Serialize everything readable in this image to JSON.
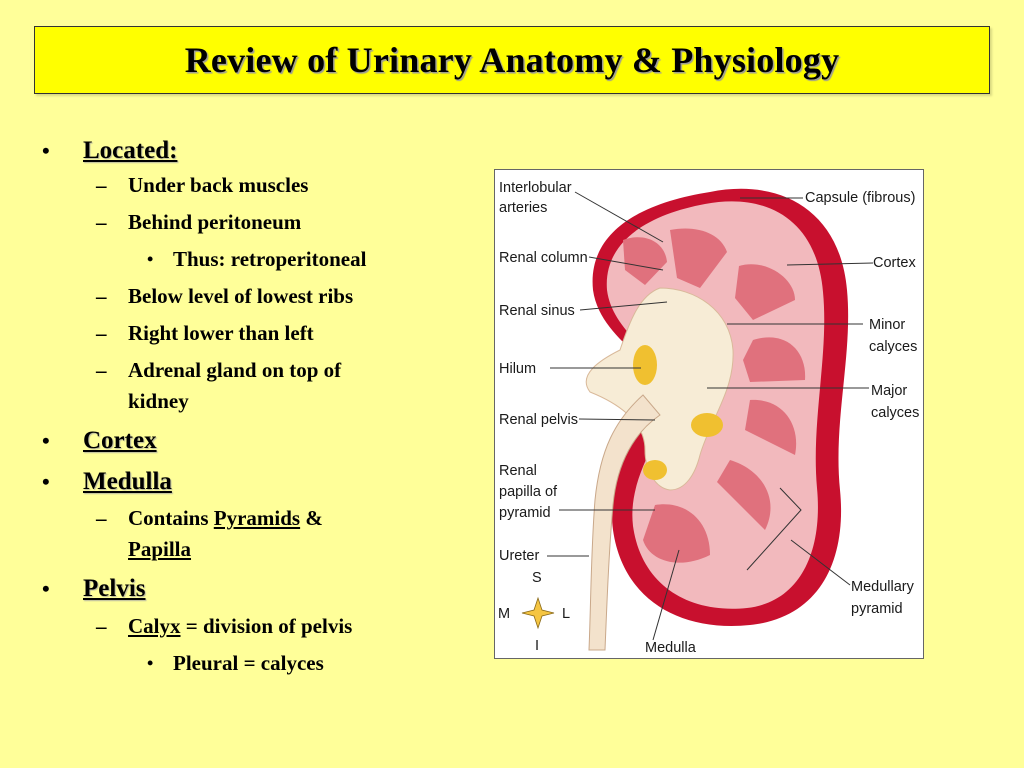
{
  "title": "Review of Urinary Anatomy & Physiology",
  "bullets": {
    "located": {
      "label": "Located:",
      "items": [
        "Under back muscles",
        "Behind peritoneum",
        "Thus: retroperitoneal",
        "Below level of lowest ribs",
        "Right lower than left",
        "Adrenal gland on top of",
        "kidney"
      ]
    },
    "cortex": "Cortex",
    "medulla": {
      "label": "Medulla",
      "contains_prefix": "Contains ",
      "pyramids": "Pyramids",
      "amp": " &",
      "papilla": "Papilla"
    },
    "pelvis": {
      "label": "Pelvis",
      "calyx": "Calyx",
      "calyx_rest": " = division of pelvis",
      "plural": "Pleural = calyces"
    }
  },
  "figure": {
    "labels": {
      "interlobular_1": "Interlobular",
      "interlobular_2": "arteries",
      "capsule": "Capsule (fibrous)",
      "renal_column": "Renal column",
      "cortex": "Cortex",
      "renal_sinus": "Renal sinus",
      "minor_1": "Minor",
      "minor_2": "calyces",
      "hilum": "Hilum",
      "major_1": "Major",
      "major_2": "calyces",
      "renal_pelvis": "Renal pelvis",
      "papilla_1": "Renal",
      "papilla_2": "papilla of",
      "papilla_3": "pyramid",
      "ureter": "Ureter",
      "medullary_1": "Medullary",
      "medullary_2": "pyramid",
      "medulla": "Medulla"
    },
    "compass": {
      "s": "S",
      "m": "M",
      "l": "L",
      "i": "I"
    },
    "colors": {
      "capsule": "#c8102e",
      "cortex": "#f2b9bd",
      "pyramid": "#e0717d",
      "sinus": "#f7ecd6",
      "fat": "#f0c030",
      "star": "#f5c542"
    }
  }
}
